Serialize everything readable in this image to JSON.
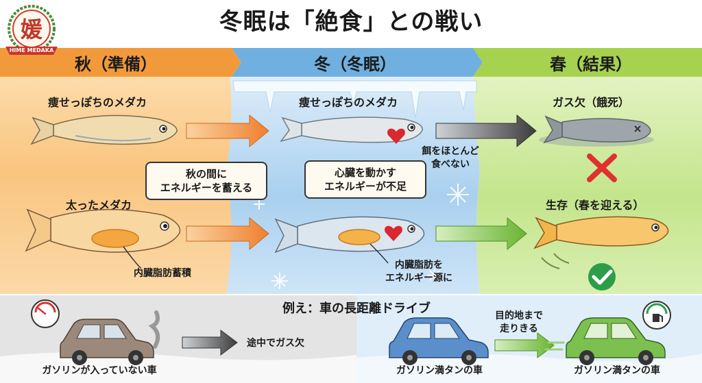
{
  "title": "冬眠は「絶食」との戦い",
  "logo": {
    "text": "媛",
    "caption": "HIME MEDAKA"
  },
  "colors": {
    "autumn": "#f6b25a",
    "winter": "#9cc8ec",
    "spring": "#bfe27a",
    "arrow_orange": "#f08a38",
    "arrow_gray": "#555555",
    "arrow_green": "#7bc142",
    "cross": "#e03030",
    "check": "#2e9d4a"
  },
  "columns": {
    "autumn": "秋（準備）",
    "winter": "冬（冬眠）",
    "spring": "春（結果）"
  },
  "row_thin": {
    "autumn_label": "痩せっぽちのメダカ",
    "winter_label": "痩せっぽちのメダカ",
    "spring_label": "ガス欠（餓死）",
    "note": "餌をほとんど\n食べない"
  },
  "row_fat": {
    "autumn_label": "太ったメダカ",
    "autumn_note": "内臓脂肪蓄積",
    "winter_note": "内臓脂肪を\nエネルギー源に",
    "spring_label": "生存（春を迎える）"
  },
  "bubbles": {
    "autumn": "秋の間に\nエネルギーを蓄える",
    "winter": "心臓を動かす\nエネルギーが不足"
  },
  "analogy": {
    "title": "例え：車の長距離ドライブ",
    "car1_label": "ガソリンが入っていない車",
    "car1_result": "途中でガス欠",
    "car2_label": "ガソリン満タンの車",
    "arrow_label": "目的地まで\n走りきる",
    "car3_label": "ガソリン満タンの車"
  },
  "icons": [
    "fuel-gauge-empty-icon",
    "fuel-pump-full-icon",
    "heart-icon",
    "snowflake-icon",
    "cross-icon",
    "check-icon"
  ]
}
